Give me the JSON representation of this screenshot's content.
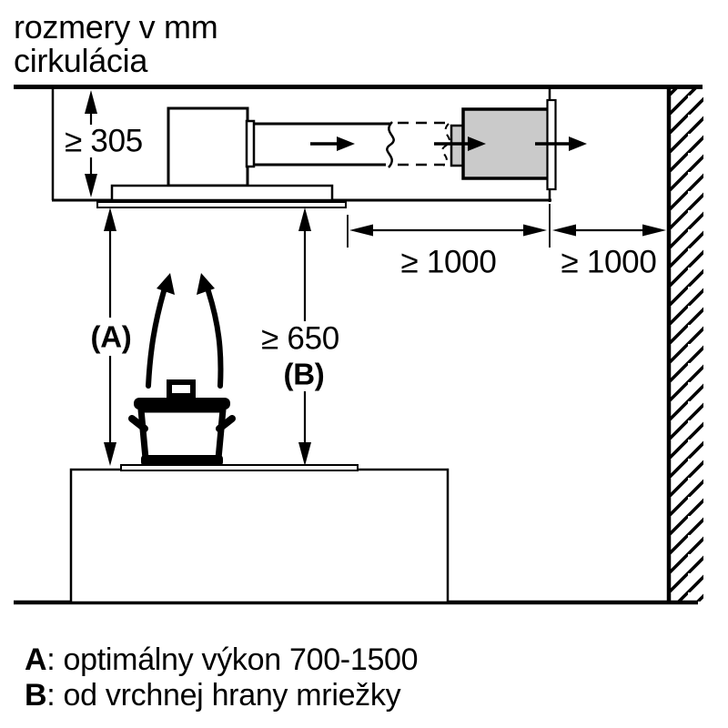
{
  "header": {
    "line1": "rozmery v mm",
    "line2": "cirkulácia"
  },
  "dimensions": {
    "ceiling_offset": "≥ 305",
    "duct_to_wall": "≥ 1000",
    "module_to_wall": "≥ 1000",
    "label_a": "(A)",
    "hood_height": "≥ 650",
    "label_b": "(B)"
  },
  "legend": {
    "a_key": "A",
    "a_text": ": optimálny výkon 700-1500",
    "b_key": "B",
    "b_text": ": od vrchnej hrany mriežky"
  },
  "colors": {
    "line": "#000000",
    "module_fill": "#cacaca",
    "background": "#ffffff"
  }
}
